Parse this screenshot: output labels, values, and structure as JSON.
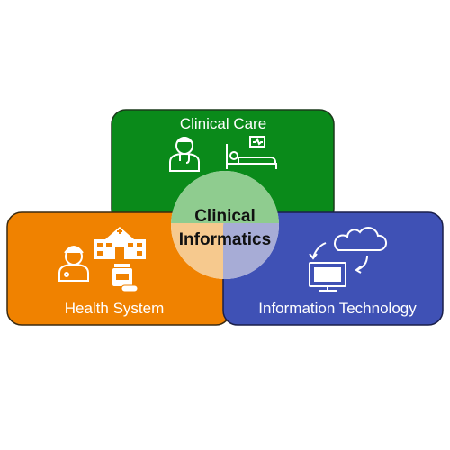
{
  "diagram": {
    "boxes": {
      "clinical_care": {
        "label": "Clinical Care",
        "color": "#0a8a1a"
      },
      "health_system": {
        "label": "Health System",
        "color": "#f08200"
      },
      "information_technology": {
        "label": "Information Technology",
        "color": "#3f51b5"
      }
    },
    "center": {
      "line1": "Clinical",
      "line2": "Informatics"
    },
    "icons": {
      "clinical_care": [
        "doctor-icon",
        "hospital-bed-icon"
      ],
      "health_system": [
        "nurse-icon",
        "hospital-building-icon",
        "medicine-icon"
      ],
      "information_technology": [
        "cloud-sync-icon",
        "computer-monitor-icon"
      ]
    }
  }
}
